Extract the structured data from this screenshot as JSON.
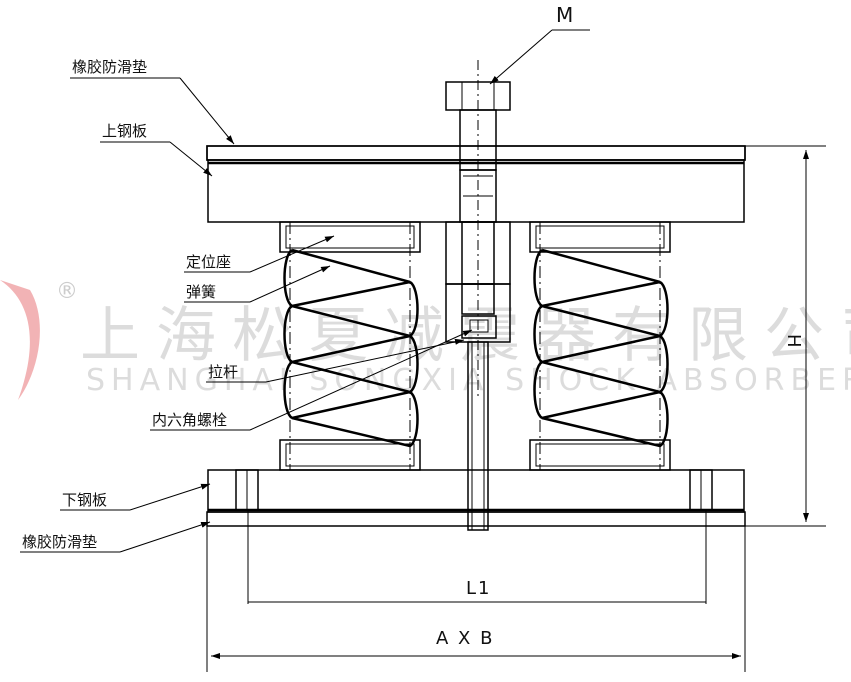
{
  "labels": {
    "bolt_m": "M",
    "rubber_pad_top": "橡胶防滑垫",
    "upper_steel_plate": "上钢板",
    "positioning_seat": "定位座",
    "spring": "弹簧",
    "pull_rod": "拉杆",
    "hex_socket_bolt": "内六角螺栓",
    "lower_steel_plate": "下钢板",
    "rubber_pad_bottom": "橡胶防滑垫"
  },
  "dimensions": {
    "height": "H",
    "inner_length": "L1",
    "overall": "A X B"
  },
  "watermark": {
    "chinese": "上海松夏减震器有限公司",
    "english": "SHANGHAI SONGXIA SHOCK ABSORBER CO.,LTD",
    "registered_mark": "®",
    "logo_color": "#d9262c"
  }
}
